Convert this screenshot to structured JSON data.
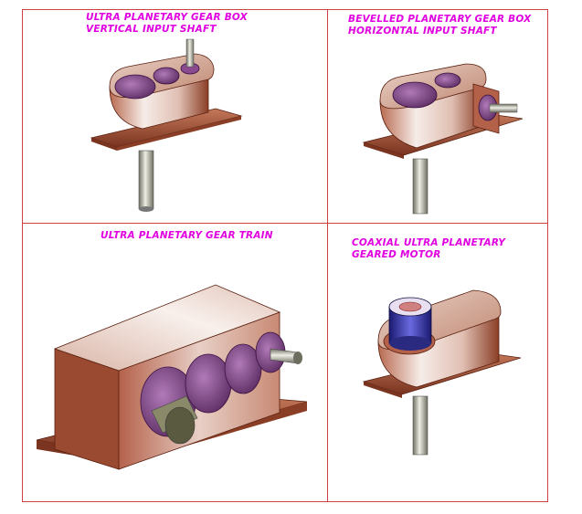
{
  "captions": {
    "panel1": {
      "line1": "ULTRA PLANETARY GEAR BOX",
      "line2": "VERTICAL INPUT SHAFT"
    },
    "panel2": {
      "line1": "BEVELLED PLANETARY GEAR BOX",
      "line2": "HORIZONTAL INPUT SHAFT"
    },
    "panel3": {
      "line1": "ULTRA PLANETARY GEAR TRAIN"
    },
    "panel4": {
      "line1": "COAXIAL ULTRA PLANETARY",
      "line2": "GEARED MOTOR"
    }
  },
  "colors": {
    "caption": "#e000e0",
    "border": "#d04040",
    "body_light": "#f3e6e1",
    "body_dark": "#7a3420",
    "plate": "#a8583a",
    "cover": "#8a4a90",
    "shaft": "#9a9a8a",
    "motor": "#3a3aa8"
  }
}
